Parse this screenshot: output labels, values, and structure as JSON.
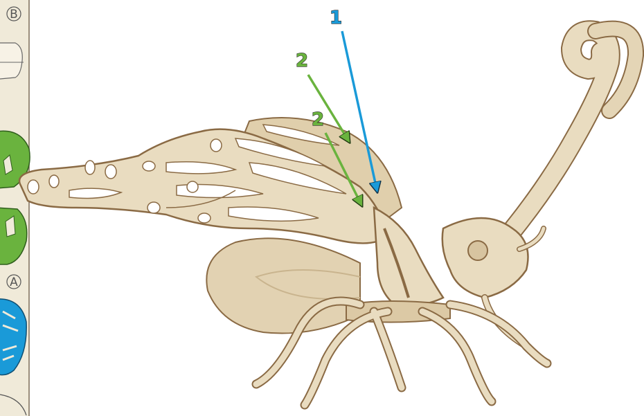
{
  "legend_panel": {
    "top_label": "B",
    "bottom_label": "A"
  },
  "callouts": [
    {
      "id": "arrow-1",
      "label": "1",
      "color": "#1a9ad8"
    },
    {
      "id": "arrow-2a",
      "label": "2",
      "color": "#6ab33e"
    },
    {
      "id": "arrow-2b",
      "label": "2",
      "color": "#6ab33e"
    }
  ],
  "colors": {
    "wood": "#e9dcc0",
    "wood_shade": "#d7c4a0",
    "wood_edge": "#8a6a44",
    "cut_hole": "#ffffff",
    "panel_bg": "#f0ead9",
    "panel_border": "#7a6a55",
    "green_part": "#6ab33e",
    "blue_part": "#1a9ad8"
  }
}
